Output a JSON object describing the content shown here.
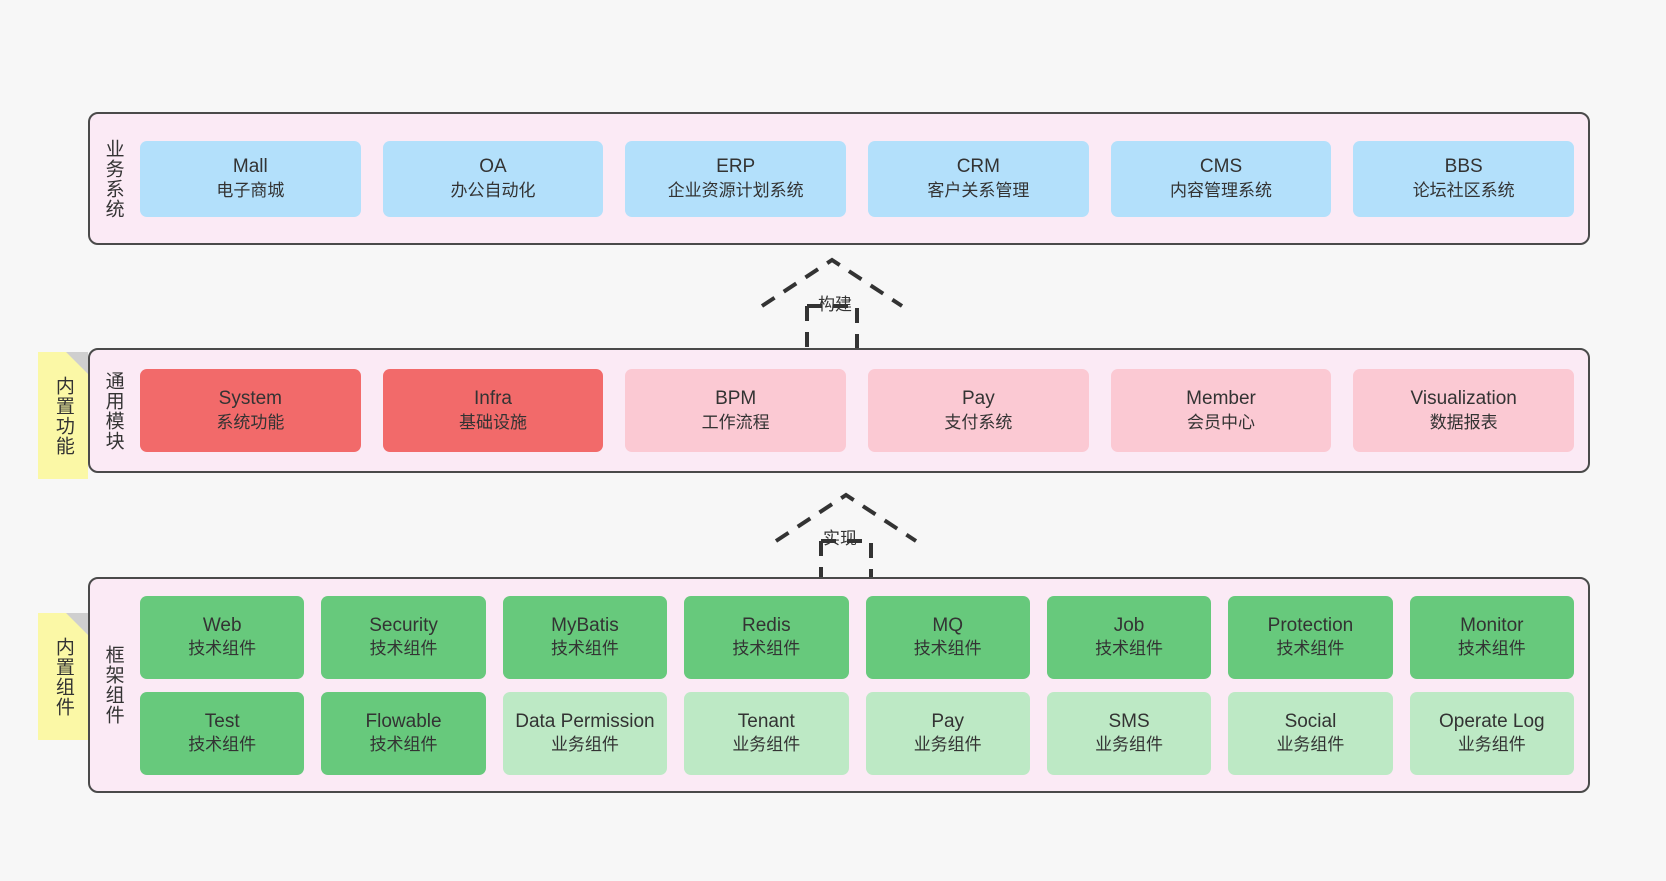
{
  "diagram": {
    "layers": [
      {
        "id": "business",
        "title": "业务系统",
        "rows": [
          [
            {
              "en": "Mall",
              "cn": "电子商城",
              "color": "#b3e0fb"
            },
            {
              "en": "OA",
              "cn": "办公自动化",
              "color": "#b3e0fb"
            },
            {
              "en": "ERP",
              "cn": "企业资源计划系统",
              "color": "#b3e0fb"
            },
            {
              "en": "CRM",
              "cn": "客户关系管理",
              "color": "#b3e0fb"
            },
            {
              "en": "CMS",
              "cn": "内容管理系统",
              "color": "#b3e0fb"
            },
            {
              "en": "BBS",
              "cn": "论坛社区系统",
              "color": "#b3e0fb"
            }
          ]
        ]
      },
      {
        "id": "modules",
        "title": "通用模块",
        "rows": [
          [
            {
              "en": "System",
              "cn": "系统功能",
              "color": "#f26a6a"
            },
            {
              "en": "Infra",
              "cn": "基础设施",
              "color": "#f26a6a"
            },
            {
              "en": "BPM",
              "cn": "工作流程",
              "color": "#fbc9d3"
            },
            {
              "en": "Pay",
              "cn": "支付系统",
              "color": "#fbc9d3"
            },
            {
              "en": "Member",
              "cn": "会员中心",
              "color": "#fbc9d3"
            },
            {
              "en": "Visualization",
              "cn": "数据报表",
              "color": "#fbc9d3"
            }
          ]
        ]
      },
      {
        "id": "framework",
        "title": "框架组件",
        "rows": [
          [
            {
              "en": "Web",
              "cn": "技术组件",
              "color": "#67c97c"
            },
            {
              "en": "Security",
              "cn": "技术组件",
              "color": "#67c97c"
            },
            {
              "en": "MyBatis",
              "cn": "技术组件",
              "color": "#67c97c"
            },
            {
              "en": "Redis",
              "cn": "技术组件",
              "color": "#67c97c"
            },
            {
              "en": "MQ",
              "cn": "技术组件",
              "color": "#67c97c"
            },
            {
              "en": "Job",
              "cn": "技术组件",
              "color": "#67c97c"
            },
            {
              "en": "Protection",
              "cn": "技术组件",
              "color": "#67c97c"
            },
            {
              "en": "Monitor",
              "cn": "技术组件",
              "color": "#67c97c"
            }
          ],
          [
            {
              "en": "Test",
              "cn": "技术组件",
              "color": "#67c97c"
            },
            {
              "en": "Flowable",
              "cn": "技术组件",
              "color": "#67c97c"
            },
            {
              "en": "Data Permission",
              "cn": "业务组件",
              "color": "#bde9c5"
            },
            {
              "en": "Tenant",
              "cn": "业务组件",
              "color": "#bde9c5"
            },
            {
              "en": "Pay",
              "cn": "业务组件",
              "color": "#bde9c5"
            },
            {
              "en": "SMS",
              "cn": "业务组件",
              "color": "#bde9c5"
            },
            {
              "en": "Social",
              "cn": "业务组件",
              "color": "#bde9c5"
            },
            {
              "en": "Operate Log",
              "cn": "业务组件",
              "color": "#bde9c5"
            }
          ]
        ]
      }
    ],
    "notes": [
      {
        "id": "builtin-function",
        "label": "内置功能"
      },
      {
        "id": "builtin-component",
        "label": "内置组件"
      }
    ],
    "arrows": [
      {
        "id": "build",
        "label": "构建"
      },
      {
        "id": "implement",
        "label": "实现"
      }
    ],
    "colors": {
      "panel_background": "#fbeaf5",
      "panel_border": "#4a4a4a",
      "canvas_background": "#f7f7f7",
      "note_background": "#fbf8a6",
      "note_fold": "#cfcfcf",
      "text": "#333333",
      "blue": "#b3e0fb",
      "red": "#f26a6a",
      "pink": "#fbc9d3",
      "green": "#67c97c",
      "green_light": "#bde9c5"
    }
  }
}
